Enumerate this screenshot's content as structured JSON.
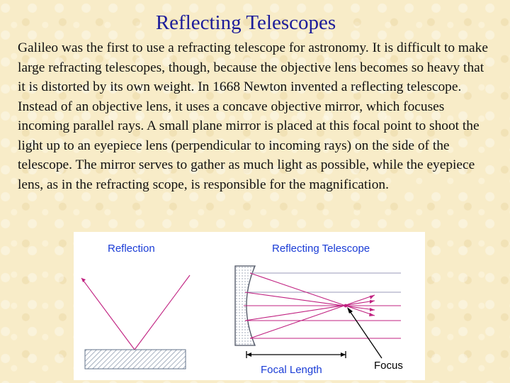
{
  "slide": {
    "title": "Reflecting Telescopes",
    "body": "Galileo was the first to use a refracting telescope for astronomy. It is difficult to make large refracting telescopes, though, because the objective lens becomes so heavy that it is distorted by its own weight. In 1668 Newton invented a reflecting telescope. Instead of an objective lens, it uses a concave objective mirror, which focuses incoming parallel rays. A small plane mirror is placed at this focal point to shoot the light up to an eyepiece lens (perpendicular to incoming rays) on the side of the telescope. The mirror serves to gather as much light as possible, while the eyepiece lens, as in the refracting scope, is responsible for the magnification."
  },
  "diagram": {
    "reflection_label": "Reflection",
    "telescope_label": "Reflecting Telescope",
    "focal_length_label": "Focal Length",
    "focus_label": "Focus",
    "colors": {
      "label_blue": "#1a3cd6",
      "ray_magenta": "#c02080",
      "ray_gray": "#9a9ab8",
      "annotation": "#000000"
    }
  }
}
